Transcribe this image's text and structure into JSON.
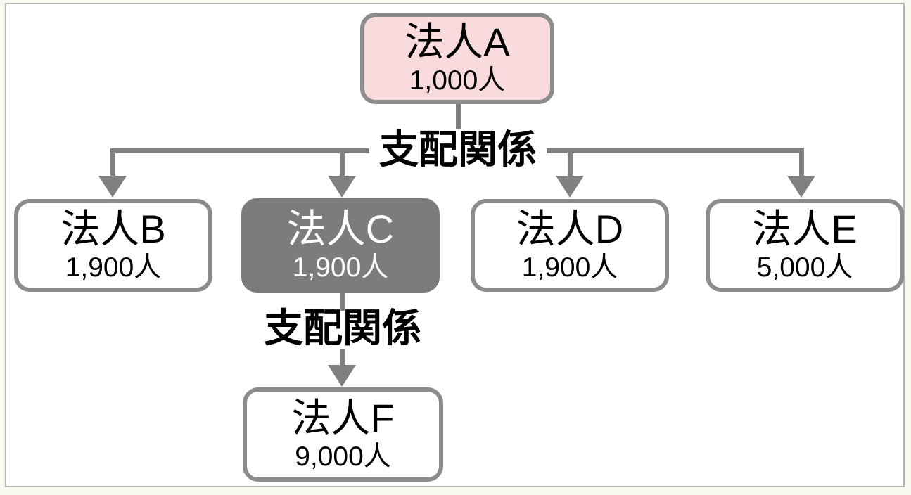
{
  "labels": {
    "relationship_top": "支配関係",
    "relationship_bottom": "支配関係"
  },
  "nodes": {
    "A": {
      "name": "法人A",
      "count": "1,000人"
    },
    "B": {
      "name": "法人B",
      "count": "1,900人"
    },
    "C": {
      "name": "法人C",
      "count": "1,900人"
    },
    "D": {
      "name": "法人D",
      "count": "1,900人"
    },
    "E": {
      "name": "法人E",
      "count": "5,000人"
    },
    "F": {
      "name": "法人F",
      "count": "9,000人"
    }
  },
  "structure": {
    "edges": [
      {
        "from": "A",
        "to": "B",
        "label": "支配関係"
      },
      {
        "from": "A",
        "to": "C",
        "label": "支配関係"
      },
      {
        "from": "A",
        "to": "D",
        "label": "支配関係"
      },
      {
        "from": "A",
        "to": "E",
        "label": "支配関係"
      },
      {
        "from": "C",
        "to": "F",
        "label": "支配関係"
      }
    ]
  },
  "colors": {
    "page_background": "#f9f8f1",
    "canvas_background": "#ffffff",
    "canvas_border": "#b3b3b3",
    "connector": "#808080",
    "box_border": "#8c8c8c",
    "highlight_pink": "#f9dbde",
    "highlight_gray": "#7c7c7c",
    "text": "#000000",
    "text_inverse": "#ffffff"
  }
}
